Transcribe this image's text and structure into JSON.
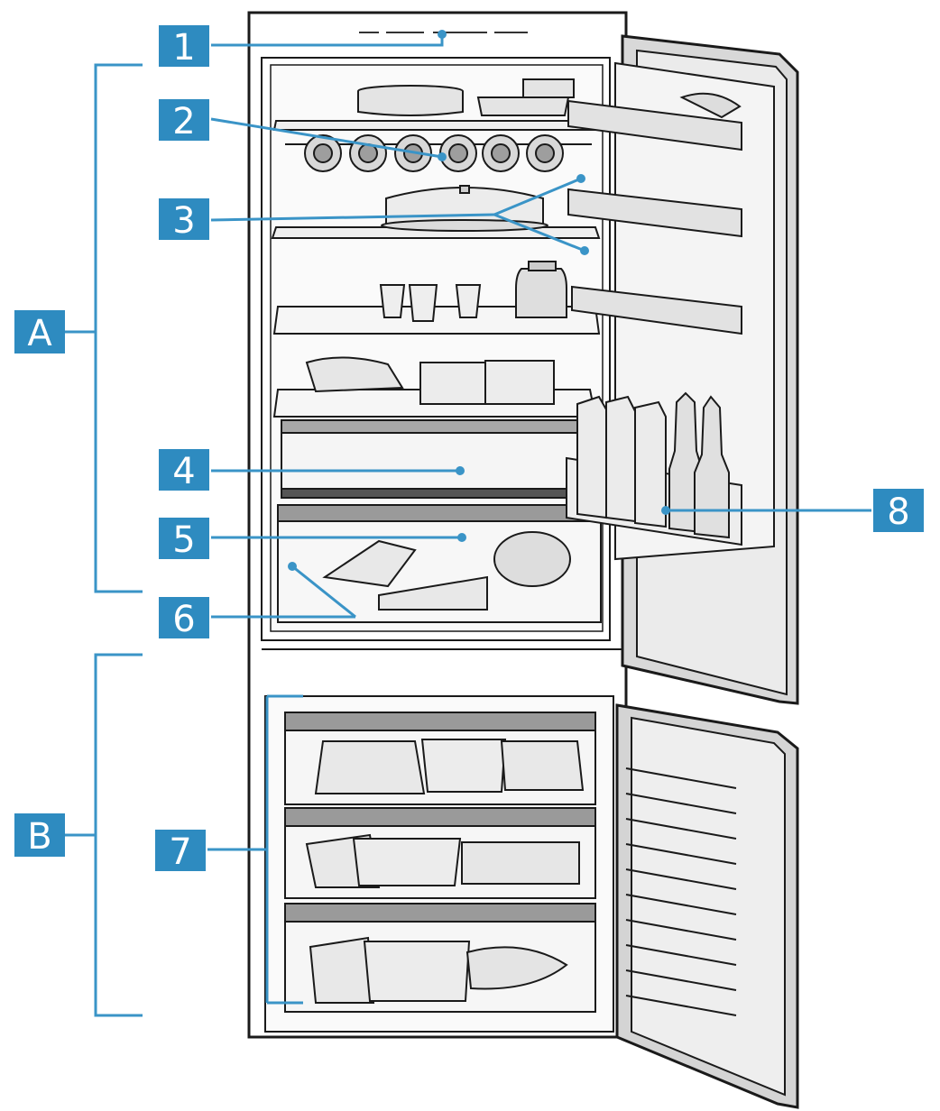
{
  "diagram": {
    "colors": {
      "callout": "#2e8bc0",
      "leader": "#3a94c7",
      "outline": "#1a1a1a",
      "door_gray": "#c8c8c8",
      "drawer_band": "#9a9a9a",
      "panel": "#f4f4f4"
    },
    "section_labels": [
      "A",
      "B"
    ],
    "part_labels": [
      "1",
      "2",
      "3",
      "4",
      "5",
      "6",
      "7",
      "8"
    ]
  }
}
